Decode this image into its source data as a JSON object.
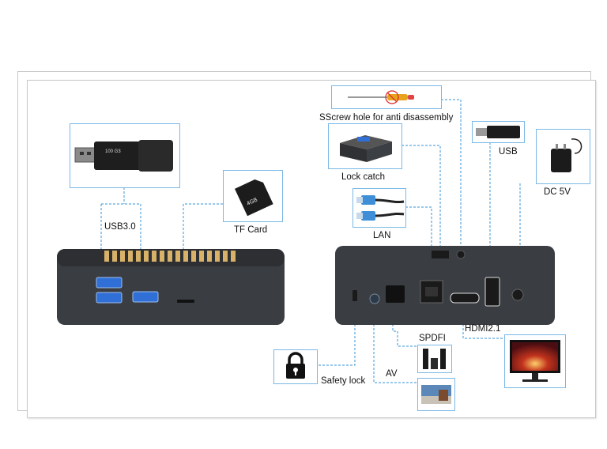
{
  "labels": {
    "usb30": "USB3.0",
    "tf_card": "TF Card",
    "screw_hole": "SScrew hole for anti disassembly",
    "lock_catch": "Lock catch",
    "usb": "USB",
    "dc": "DC 5V",
    "lan": "LAN",
    "hdmi": "HDMI2.1",
    "spdif": "SPDFI",
    "av": "AV",
    "safety_lock": "Safety lock"
  },
  "sd_card_text": "4GB",
  "flash_drive_text": "100 G3",
  "colors": {
    "callout_line": "#5aa7df",
    "device_body": "#3a3d42",
    "vent_gold": "#d9b26a",
    "usb_blue": "#2f6fd6"
  },
  "icons": {
    "usb_flash": "usb-flash-drive-icon",
    "sd_card": "sd-card-icon",
    "screwdriver": "screwdriver-icon",
    "lock_catch": "lock-catch-icon",
    "usb_dongle": "usb-dongle-icon",
    "power_adapter": "power-adapter-icon",
    "lan_cable": "lan-cable-icon",
    "speaker": "speaker-icon",
    "monitor": "monitor-icon",
    "padlock": "padlock-icon",
    "av_photo": "av-picture-icon"
  }
}
